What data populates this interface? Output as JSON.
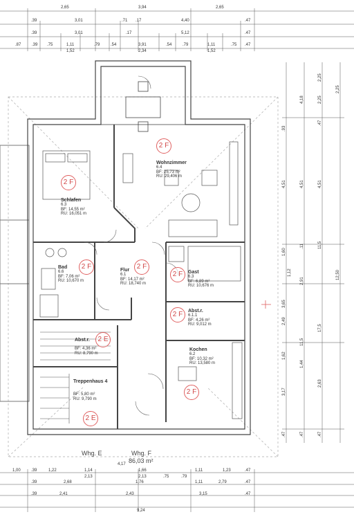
{
  "top_dims": {
    "row1": [
      "2,65",
      "3,94",
      "2,65"
    ],
    "row2": [
      ".39",
      "3,01",
      ".71",
      ".17",
      "4,40",
      ".47"
    ],
    "row3": [
      ".39",
      "3,01",
      ".17",
      "5,12",
      ".47"
    ],
    "row4": [
      ".87",
      ".39",
      ".75",
      "1,11",
      ".79",
      ".54",
      "3,91",
      ".54",
      ".79",
      "1,11",
      ".75",
      ".47"
    ],
    "row5": [
      "1,52",
      "2,34",
      "1,52"
    ]
  },
  "right_dims": {
    "col1": [
      ".93",
      "4,51",
      "1,60",
      "1,12",
      "3,65",
      "2,49",
      "1,62",
      "3,17",
      ".47"
    ],
    "col2": [
      "4,18",
      "4,51",
      ".11",
      "2,91",
      "11,5",
      "1,44",
      ".47"
    ],
    "col3": [
      "2,25",
      "2,25",
      ".47",
      "4,51",
      "11,5",
      "17,5",
      "2,63",
      ".47"
    ],
    "col4": [
      "2,25",
      "12,50"
    ]
  },
  "bottom_dims": {
    "row1": [
      "1,00",
      ".39",
      "1,22",
      "1,14",
      "1,66",
      "1,11",
      "1,23",
      ".47"
    ],
    "row2": [
      "2,13",
      "4,17",
      "2,13",
      ".79",
      ".75"
    ],
    "row3": [
      ".39",
      "2,68",
      "1,76",
      "1,11",
      "2,79",
      ".47"
    ],
    "row4": [
      ".39",
      "2,41",
      "2,43",
      "3,15",
      ".47"
    ],
    "row5": [
      "9,24"
    ]
  },
  "rooms": {
    "schlafen": {
      "name": "Schlafen",
      "number": "6.3",
      "bf": "BF:    14,55 m²",
      "ru": "RU: 16,051 m"
    },
    "wohnzimmer": {
      "name": "Wohnzimmer",
      "number": "6.4",
      "bf": "BF:    25,73 m²",
      "ru": "RU: 29,406 m"
    },
    "bad": {
      "name": "Bad",
      "number": "6.6",
      "bf": "BF:    7,06 m²",
      "ru": "RU: 10,670 m"
    },
    "flur": {
      "name": "Flur",
      "number": "6.1",
      "bf": "BF:   14,17 m²",
      "ru": "RU: 18,740 m"
    },
    "gast": {
      "name": "Gast",
      "number": "6.3",
      "bf": "BF:    6,89 m²",
      "ru": "RU: 10,676 m"
    },
    "abstr_f": {
      "name": "Abst.r.",
      "number": "6.1.1",
      "bf": "BF:    4,26 m²",
      "ru": "RU: 9,012 m"
    },
    "kochen": {
      "name": "Kochen",
      "number": "6.2",
      "bf": "BF:   10,32 m²",
      "ru": "RU: 13,580 m"
    },
    "abstr_e": {
      "name": "Abst.r.",
      "bf": "BF:   4,36 m²",
      "ru": "RU: 8,790 m"
    },
    "treppenhaus": {
      "name": "Treppenhaus 4",
      "bf": "BF:   5,80 m²",
      "ru": "RU: 9,790 m"
    }
  },
  "badges": {
    "schlafen": "2 F",
    "wohnzimmer": "2 F",
    "bad": "2 F",
    "flur": "2 F",
    "gast": "2 F",
    "abstr_f": "2 F",
    "kochen": "2 F",
    "abstr_e": "2 E",
    "treppenhaus": "2 E"
  },
  "footer": {
    "whg_e": "Whg. E",
    "whg_f": "Whg. F",
    "area": "86,03 m²"
  }
}
